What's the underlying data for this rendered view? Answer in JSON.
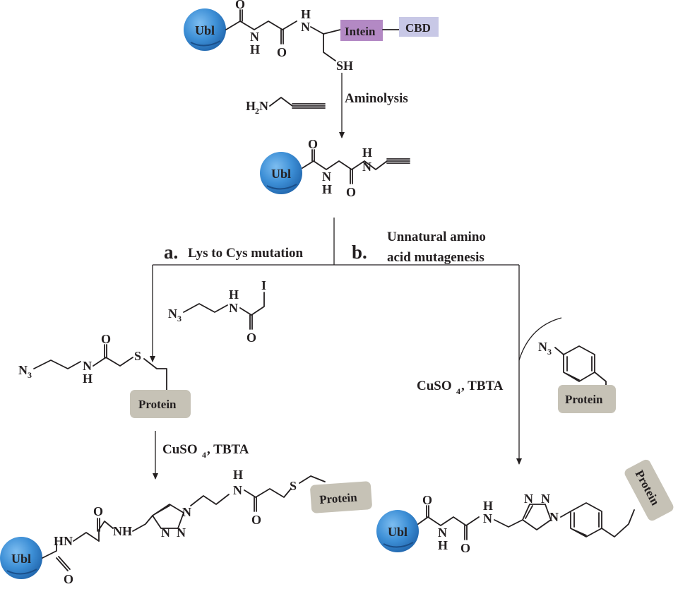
{
  "colors": {
    "ubl_fill": "#3d8fd6",
    "intein_fill": "#b389c4",
    "cbd_fill": "#c8c8e6",
    "protein_fill": "#c6c2b6",
    "ink": "#231f20"
  },
  "tags": {
    "ubl": "Ubl",
    "intein": "Intein",
    "cbd": "CBD",
    "protein": "Protein"
  },
  "atoms": {
    "O": "O",
    "N": "N",
    "H": "H",
    "SH": "SH",
    "S": "S",
    "I": "I",
    "NH": "NH",
    "HN": "HN",
    "H2N_main": "H",
    "H2N_sub": "2",
    "H2N_tail": "N",
    "N3_main": "N",
    "N3_sub": "3"
  },
  "steps": {
    "aminolysis": "Aminolysis",
    "a_letter": "a.",
    "a_text": "Lys to Cys mutation",
    "b_letter": "b.",
    "b_line1": "Unnatural amino",
    "b_line2": "acid mutagenesis",
    "cuso4_main": "CuSO",
    "cuso4_sub": "4",
    "cuso4_tail": " , TBTA"
  }
}
